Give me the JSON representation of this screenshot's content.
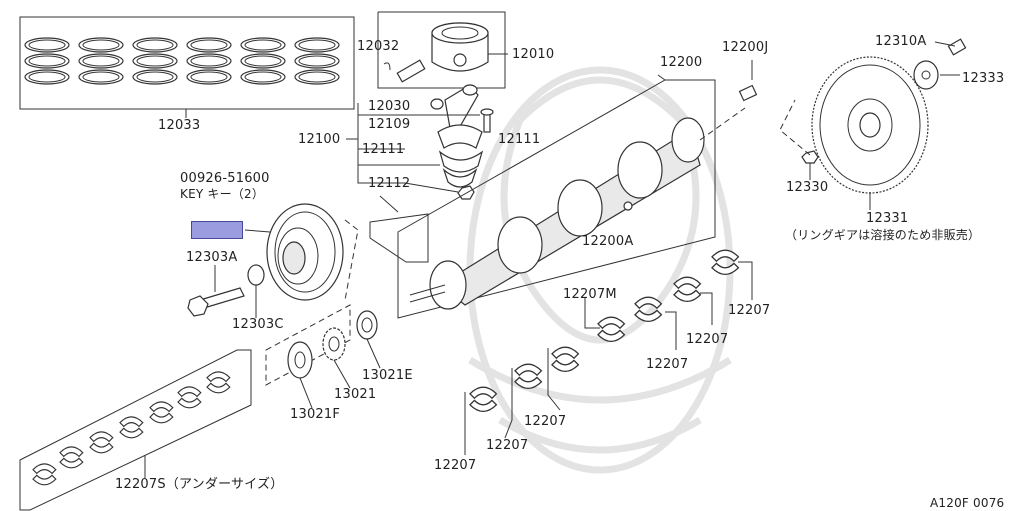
{
  "diagram": {
    "doc_code": "A120F 0076",
    "parts": [
      {
        "id": "p12033",
        "label": "12033"
      },
      {
        "id": "p12032",
        "label": "12032"
      },
      {
        "id": "p12010",
        "label": "12010"
      },
      {
        "id": "p12030",
        "label": "12030"
      },
      {
        "id": "p12109",
        "label": "12109"
      },
      {
        "id": "p12100",
        "label": "12100"
      },
      {
        "id": "p12111a",
        "label": "12111"
      },
      {
        "id": "p12111b",
        "label": "12111"
      },
      {
        "id": "p12112",
        "label": "12112"
      },
      {
        "id": "p12200",
        "label": "12200"
      },
      {
        "id": "p12200J",
        "label": "12200J"
      },
      {
        "id": "p12200A",
        "label": "12200A"
      },
      {
        "id": "p12310A",
        "label": "12310A"
      },
      {
        "id": "p12333",
        "label": "12333"
      },
      {
        "id": "p12330",
        "label": "12330"
      },
      {
        "id": "p12331",
        "label": "12331"
      },
      {
        "id": "p12331note",
        "label": "（リングギアは溶接のため非販売）"
      },
      {
        "id": "pkey",
        "label": "00926-51600"
      },
      {
        "id": "pkeynote",
        "label": "KEY キー（2）"
      },
      {
        "id": "p12303A",
        "label": "12303A"
      },
      {
        "id": "p12303C",
        "label": "12303C"
      },
      {
        "id": "p13021",
        "label": "13021"
      },
      {
        "id": "p13021E",
        "label": "13021E"
      },
      {
        "id": "p13021F",
        "label": "13021F"
      },
      {
        "id": "p12207M",
        "label": "12207M"
      },
      {
        "id": "p12207a",
        "label": "12207"
      },
      {
        "id": "p12207b",
        "label": "12207"
      },
      {
        "id": "p12207c",
        "label": "12207"
      },
      {
        "id": "p12207d",
        "label": "12207"
      },
      {
        "id": "p12207e",
        "label": "12207"
      },
      {
        "id": "p12207f",
        "label": "12207"
      },
      {
        "id": "p12207S",
        "label": "12207S（アンダーサイズ）"
      }
    ]
  }
}
